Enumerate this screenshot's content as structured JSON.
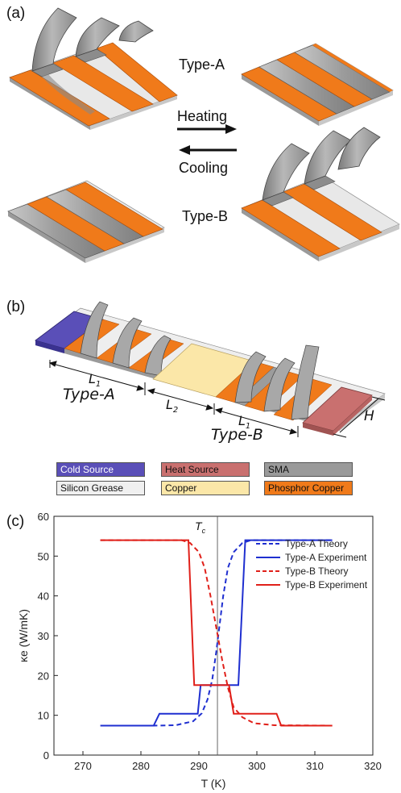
{
  "panel_a": {
    "label": "(a)",
    "type_a_label": "Type-A",
    "type_b_label": "Type-B",
    "heating_label": "Heating",
    "cooling_label": "Cooling"
  },
  "panel_b": {
    "label": "(b)",
    "l1_label": "L",
    "l1_sub": "1",
    "l2_label": "L",
    "l2_sub": "2",
    "l1b_label": "L",
    "l1b_sub": "1",
    "h_label": "H",
    "type_a_label": "Type-A",
    "type_b_label": "Type-B",
    "legend": [
      {
        "label": "Cold Source",
        "color": "#5a4fb8",
        "text_color": "#ffffff"
      },
      {
        "label": "Heat Source",
        "color": "#c9706f",
        "text_color": "#111111"
      },
      {
        "label": "SMA",
        "color": "#9a9a9a",
        "text_color": "#111111"
      },
      {
        "label": "Silicon Grease",
        "color": "#f0f0f0",
        "text_color": "#111111"
      },
      {
        "label": "Copper",
        "color": "#fbe7a8",
        "text_color": "#111111"
      },
      {
        "label": "Phosphor Copper",
        "color": "#f07a1a",
        "text_color": "#111111"
      }
    ]
  },
  "panel_c": {
    "label": "(c)",
    "tc_label": "T",
    "tc_sub": "c"
  },
  "colors": {
    "orange": "#f07a1a",
    "gray": "#a0a0a0",
    "blue": "#1f2fd0",
    "red": "#e0201a"
  },
  "chart_data": {
    "type": "line",
    "xlabel": "T (K)",
    "ylabel": "κe (W/mK)",
    "xlim": [
      265,
      320
    ],
    "ylim": [
      0,
      60
    ],
    "xticks": [
      270,
      280,
      290,
      300,
      310,
      320
    ],
    "yticks": [
      0,
      10,
      20,
      30,
      40,
      50,
      60
    ],
    "vline_x": 293.2,
    "legend_position": "top-right",
    "series": [
      {
        "name": "Type-A Theory",
        "color": "#1f2fd0",
        "dash": true,
        "x": [
          282,
          286,
          289,
          290.5,
          291.5,
          292.3,
          293,
          293.6,
          294.2,
          295,
          296,
          297.5,
          299,
          313
        ],
        "y": [
          7.4,
          7.5,
          8.5,
          10.5,
          14,
          19,
          26,
          33,
          40,
          47,
          51,
          53.3,
          54,
          54
        ]
      },
      {
        "name": "Type-A Experiment",
        "color": "#1f2fd0",
        "dash": false,
        "x": [
          273,
          282.2,
          283.2,
          289.8,
          290.3,
          296.8,
          298,
          313
        ],
        "y": [
          7.4,
          7.4,
          10.4,
          10.4,
          17.6,
          17.6,
          54,
          54
        ]
      },
      {
        "name": "Type-B Theory",
        "color": "#e0201a",
        "dash": true,
        "x": [
          273,
          287,
          288.5,
          290,
          291,
          292,
          293,
          294,
          295,
          296,
          297.5,
          299.5,
          303,
          313
        ],
        "y": [
          54,
          54,
          53.3,
          51,
          47,
          40,
          32,
          24,
          17,
          12,
          9.5,
          8,
          7.5,
          7.4
        ]
      },
      {
        "name": "Type-B Experiment",
        "color": "#e0201a",
        "dash": false,
        "x": [
          273,
          288.2,
          289.2,
          295.2,
          296,
          303.4,
          304.2,
          313
        ],
        "y": [
          54,
          54,
          17.6,
          17.6,
          10.4,
          10.4,
          7.4,
          7.4
        ]
      }
    ]
  }
}
